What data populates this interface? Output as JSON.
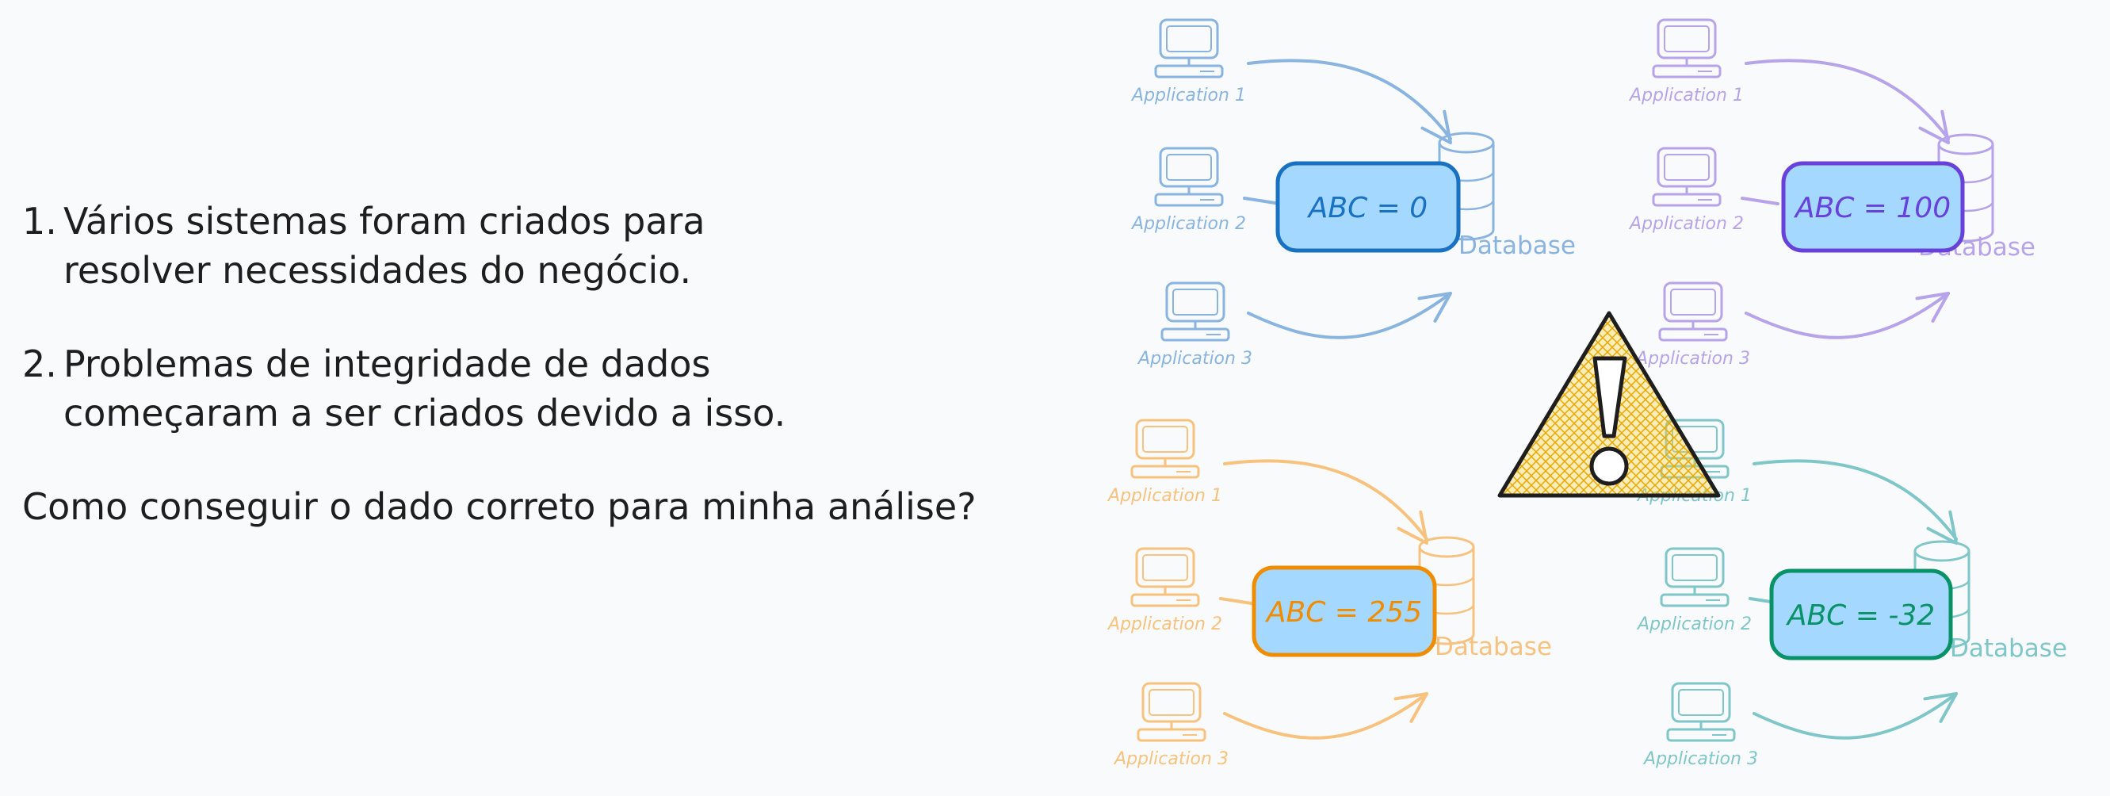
{
  "intro": {
    "items": [
      {
        "num": "1.",
        "line1": "Vários sistemas foram criados para",
        "line2": "resolver necessidades do negócio."
      },
      {
        "num": "2.",
        "line1": "Problemas de integridade de dados",
        "line2": "começaram a ser criados devido a isso."
      }
    ],
    "question": "Como conseguir o dado correto para minha análise?"
  },
  "clusters": [
    {
      "color": "#89b4e0",
      "accent": "#1971c2",
      "apps": [
        "Application 1",
        "Application 2",
        "Application 3"
      ],
      "database": "Database",
      "value_label": "ABC = 0"
    },
    {
      "color": "#b7a3ea",
      "accent": "#6741d9",
      "apps": [
        "Application 1",
        "Application 2",
        "Application 3"
      ],
      "database": "Database",
      "value_label": "ABC = 100"
    },
    {
      "color": "#f6c27e",
      "accent": "#f08c00",
      "apps": [
        "Application 1",
        "Application 2",
        "Application 3"
      ],
      "database": "Database",
      "value_label": "ABC = 255"
    },
    {
      "color": "#7fc6c9",
      "accent": "#099268",
      "apps": [
        "Application 1",
        "Application 2",
        "Application 3"
      ],
      "database": "Database",
      "value_label": "ABC = -32"
    }
  ],
  "warning_icon": "warning-icon",
  "colors": {
    "box_fill": "#a5d8ff",
    "warning_fill": "#ffd43b",
    "text": "#1e1e1e"
  }
}
